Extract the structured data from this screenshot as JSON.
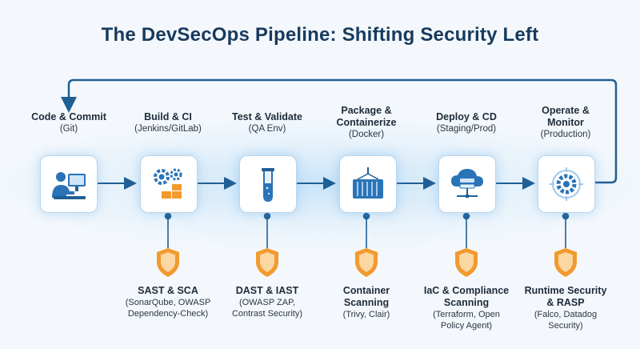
{
  "title": "The DevSecOps Pipeline: Shifting Security Left",
  "colors": {
    "accent": "#1f5f94",
    "shield": "#f29a2e",
    "title": "#173a5e"
  },
  "stages": [
    {
      "title": "Code & Commit",
      "subtitle": "(Git)",
      "icon": "developer-computer-icon"
    },
    {
      "title": "Build & CI",
      "subtitle": "(Jenkins/GitLab)",
      "icon": "gears-blocks-icon"
    },
    {
      "title": "Test & Validate",
      "subtitle": "(QA Env)",
      "icon": "test-tube-icon"
    },
    {
      "title": "Package & Containerize",
      "title_line1": "Package &",
      "title_line2": "Containerize",
      "subtitle": "(Docker)",
      "icon": "shipping-container-icon"
    },
    {
      "title": "Deploy & CD",
      "subtitle": "(Staging/Prod)",
      "icon": "cloud-server-icon"
    },
    {
      "title": "Operate & Monitor",
      "title_line1": "Operate &",
      "title_line2": "Monitor",
      "subtitle": "(Production)",
      "icon": "monitor-gear-icon"
    }
  ],
  "security": [
    {
      "title": "SAST & SCA",
      "tools_line1": "(SonarQube, OWASP",
      "tools_line2": "Dependency-Check)"
    },
    {
      "title": "DAST & IAST",
      "tools_line1": "(OWASP ZAP,",
      "tools_line2": "Contrast Security)"
    },
    {
      "title_line1": "Container",
      "title_line2": "Scanning",
      "tools_line1": "(Trivy, Clair)"
    },
    {
      "title_line1": "IaC & Compliance",
      "title_line2": "Scanning",
      "tools_line1": "(Terraform, Open",
      "tools_line2": "Policy Agent)"
    },
    {
      "title_line1": "Runtime Security",
      "title_line2": "& RASP",
      "tools_line1": "(Falco, Datadog",
      "tools_line2": "Security)"
    }
  ]
}
